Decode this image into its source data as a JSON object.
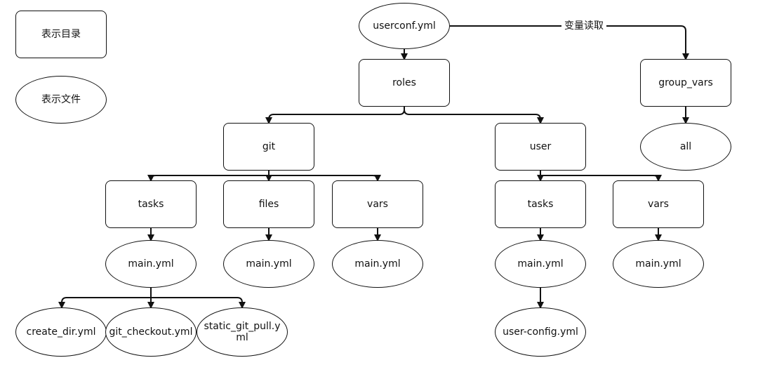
{
  "legend": {
    "directory": "表示目录",
    "file": "表示文件"
  },
  "edge_labels": {
    "variable_read": "变量读取"
  },
  "nodes": {
    "userconf": "userconf.yml",
    "roles": "roles",
    "group_vars": "group_vars",
    "all": "all",
    "git": "git",
    "user": "user",
    "git_tasks": "tasks",
    "git_files": "files",
    "git_vars": "vars",
    "git_tasks_main": "main.yml",
    "git_files_main": "main.yml",
    "git_vars_main": "main.yml",
    "create_dir": "create_dir.yml",
    "git_checkout": "git_checkout.yml",
    "static_git_pull": "static_git_pull.yml",
    "user_tasks": "tasks",
    "user_vars": "vars",
    "user_tasks_main": "main.yml",
    "user_vars_main": "main.yml",
    "user_config": "user-config.yml"
  }
}
